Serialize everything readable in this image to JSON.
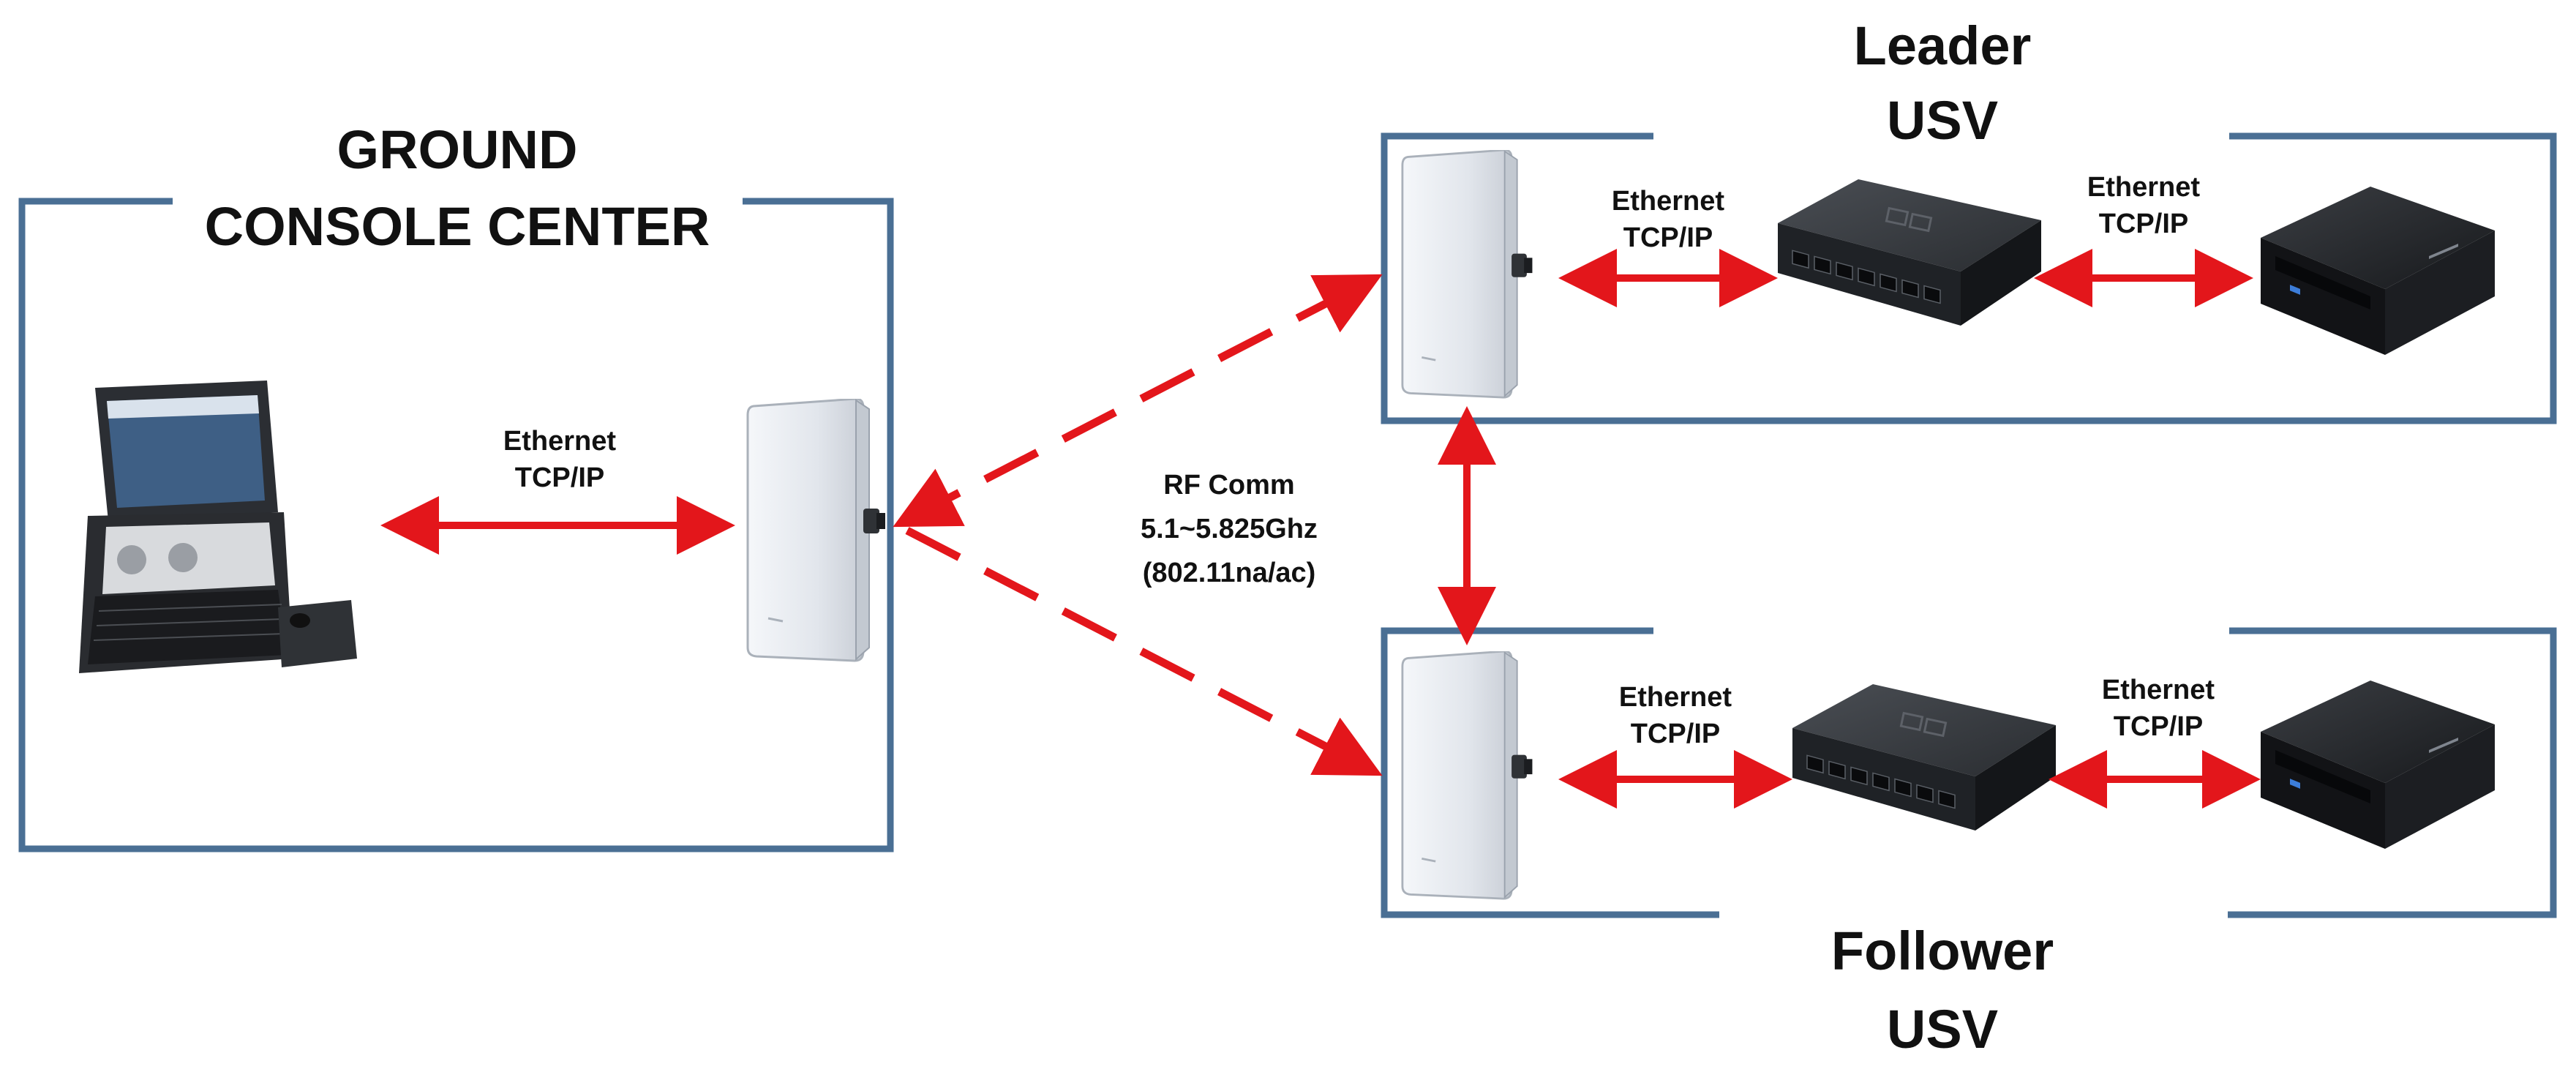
{
  "ground": {
    "title_line1": "GROUND",
    "title_line2": "CONSOLE CENTER",
    "link_line1": "Ethernet",
    "link_line2": "TCP/IP"
  },
  "leader": {
    "title_line1": "Leader",
    "title_line2": "USV",
    "link1_line1": "Ethernet",
    "link1_line2": "TCP/IP",
    "link2_line1": "Ethernet",
    "link2_line2": "TCP/IP"
  },
  "follower": {
    "title_line1": "Follower",
    "title_line2": "USV",
    "link1_line1": "Ethernet",
    "link1_line2": "TCP/IP",
    "link2_line1": "Ethernet",
    "link2_line2": "TCP/IP"
  },
  "rf": {
    "line1": "RF Comm",
    "line2": "5.1~5.825Ghz",
    "line3": "(802.11na/ac)"
  },
  "colors": {
    "frame": "#4a6f94",
    "arrow": "#e3161b",
    "device_dark": "#2b2e33",
    "antenna": "#e6e9ee"
  },
  "icons": {
    "console": "rugged-laptop-icon",
    "antenna": "panel-antenna-icon",
    "switch": "ethernet-switch-icon",
    "computer": "mini-pc-icon"
  }
}
